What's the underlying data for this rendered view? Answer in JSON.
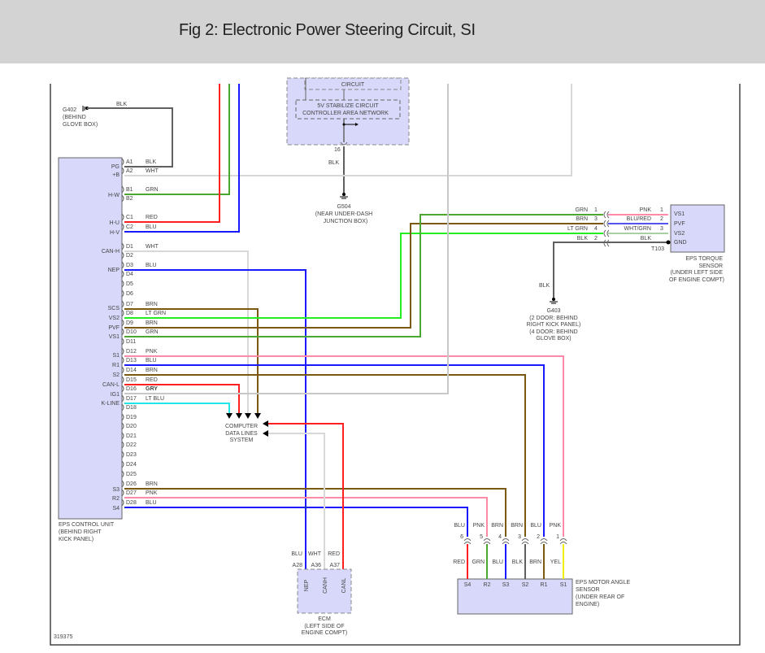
{
  "page": {
    "title": "Fig 2: Electronic Power Steering Circuit, SI",
    "figure_id": "319375"
  },
  "colors": {
    "BLK": "#606060",
    "WHT": "#d8d8d8",
    "GRN": "#4aa832",
    "RED": "#ff2020",
    "BLU": "#1a1aff",
    "BRN": "#7a5a10",
    "LT_GRN": "#22ee22",
    "PNK": "#ff8aa8",
    "GRY": "#c8c8c8",
    "LT_BLU": "#22e6e6",
    "YEL": "#eeee00",
    "component_fill": "#d8d8fa"
  },
  "grounds": {
    "g402": {
      "name": "G402",
      "loc1": "(BEHIND",
      "loc2": "GLOVE BOX)",
      "wire": "BLK"
    },
    "g504": {
      "name": "G504",
      "loc1": "(NEAR UNDER-DASH",
      "loc2": "JUNCTION BOX)",
      "wire": "BLK",
      "pin": "16"
    },
    "g403": {
      "name": "G403",
      "loc1": "(2 DOOR: BEHIND",
      "loc2": "RIGHT KICK PANEL)",
      "loc3": "(4 DOOR: BEHIND",
      "loc4": "GLOVE BOX)",
      "wire": "BLK"
    }
  },
  "top_module": {
    "partial_label": "CIRCUIT",
    "inner_line1": "5V STABILIZE CIRCUIT",
    "inner_line2": "CONTROLLER AREA NETWORK"
  },
  "eps_control_unit": {
    "name1": "EPS CONTROL UNIT",
    "name2": "(BEHIND RIGHT",
    "name3": "KICK PANEL)",
    "signals": [
      "PG",
      "+B",
      "H-W",
      "H-U",
      "H-V",
      "CAN-H",
      "NEP",
      "SCS",
      "VS2",
      "PVF",
      "VS1",
      "S1",
      "R1",
      "S2",
      "CAN-L",
      "IG1",
      "K-LINE",
      "S3",
      "R2",
      "S4"
    ],
    "pins": [
      {
        "pin": "A1",
        "wire": "BLK"
      },
      {
        "pin": "A2",
        "wire": "WHT"
      },
      {
        "pin": "B1",
        "wire": "GRN"
      },
      {
        "pin": "B2",
        "wire": ""
      },
      {
        "pin": "C1",
        "wire": "RED"
      },
      {
        "pin": "C2",
        "wire": "BLU"
      },
      {
        "pin": "D1",
        "wire": "WHT"
      },
      {
        "pin": "D2",
        "wire": ""
      },
      {
        "pin": "D3",
        "wire": "BLU"
      },
      {
        "pin": "D4",
        "wire": ""
      },
      {
        "pin": "D5",
        "wire": ""
      },
      {
        "pin": "D6",
        "wire": ""
      },
      {
        "pin": "D7",
        "wire": "BRN"
      },
      {
        "pin": "D8",
        "wire": "LT GRN"
      },
      {
        "pin": "D9",
        "wire": "BRN"
      },
      {
        "pin": "D10",
        "wire": "GRN"
      },
      {
        "pin": "D11",
        "wire": ""
      },
      {
        "pin": "D12",
        "wire": "PNK"
      },
      {
        "pin": "D13",
        "wire": "BLU"
      },
      {
        "pin": "D14",
        "wire": "BRN"
      },
      {
        "pin": "D15",
        "wire": "RED"
      },
      {
        "pin": "D16",
        "wire": "GRY"
      },
      {
        "pin": "D17",
        "wire": "LT BLU"
      },
      {
        "pin": "D18",
        "wire": ""
      },
      {
        "pin": "D19",
        "wire": ""
      },
      {
        "pin": "D20",
        "wire": ""
      },
      {
        "pin": "D21",
        "wire": ""
      },
      {
        "pin": "D22",
        "wire": ""
      },
      {
        "pin": "D23",
        "wire": ""
      },
      {
        "pin": "D24",
        "wire": ""
      },
      {
        "pin": "D25",
        "wire": ""
      },
      {
        "pin": "D26",
        "wire": "BRN"
      },
      {
        "pin": "D27",
        "wire": "PNK"
      },
      {
        "pin": "D28",
        "wire": "BLU"
      }
    ]
  },
  "computer_data_lines": {
    "line1": "COMPUTER",
    "line2": "DATA LINES",
    "line3": "SYSTEM"
  },
  "torque_sensor": {
    "name1": "EPS TORQUE",
    "name2": "SENSOR",
    "name3": "(UNDER LEFT SIDE",
    "name4": "OF ENGINE COMPT)",
    "connector": "T103",
    "pins": [
      "VS1",
      "PVF",
      "VS2",
      "GND"
    ],
    "harness_left": [
      {
        "wire": "GRN",
        "pin": "1"
      },
      {
        "wire": "BRN",
        "pin": "3"
      },
      {
        "wire": "LT GRN",
        "pin": "4"
      },
      {
        "wire": "BLK",
        "pin": "2"
      }
    ],
    "harness_right": [
      {
        "wire": "PNK",
        "pin": "1"
      },
      {
        "wire": "BLU/RED",
        "pin": "2"
      },
      {
        "wire": "WHT/GRN",
        "pin": "3"
      },
      {
        "wire": "BLK",
        "pin": ""
      }
    ]
  },
  "ecm": {
    "name1": "ECM",
    "name2": "(LEFT SIDE OF",
    "name3": "ENGINE COMPT)",
    "pins": [
      {
        "pin": "A28",
        "wire": "BLU",
        "signal": "NEP"
      },
      {
        "pin": "A36",
        "wire": "WHT",
        "signal": "CANH"
      },
      {
        "pin": "A37",
        "wire": "RED",
        "signal": "CANL"
      }
    ]
  },
  "motor_angle_sensor": {
    "name1": "EPS MOTOR ANGLE",
    "name2": "SENSOR",
    "name3": "(UNDER REAR OF",
    "name4": "ENGINE)",
    "pins": [
      {
        "pin": "6",
        "upper": "BLU",
        "lower": "RED",
        "signal": "S4"
      },
      {
        "pin": "5",
        "upper": "PNK",
        "lower": "GRN",
        "signal": "R2"
      },
      {
        "pin": "4",
        "upper": "BRN",
        "lower": "BLU",
        "signal": "S3"
      },
      {
        "pin": "3",
        "upper": "BRN",
        "lower": "BLK",
        "signal": "S2"
      },
      {
        "pin": "2",
        "upper": "BLU",
        "lower": "BRN",
        "signal": "R1"
      },
      {
        "pin": "1",
        "upper": "PNK",
        "lower": "YEL",
        "signal": "S1"
      }
    ]
  }
}
